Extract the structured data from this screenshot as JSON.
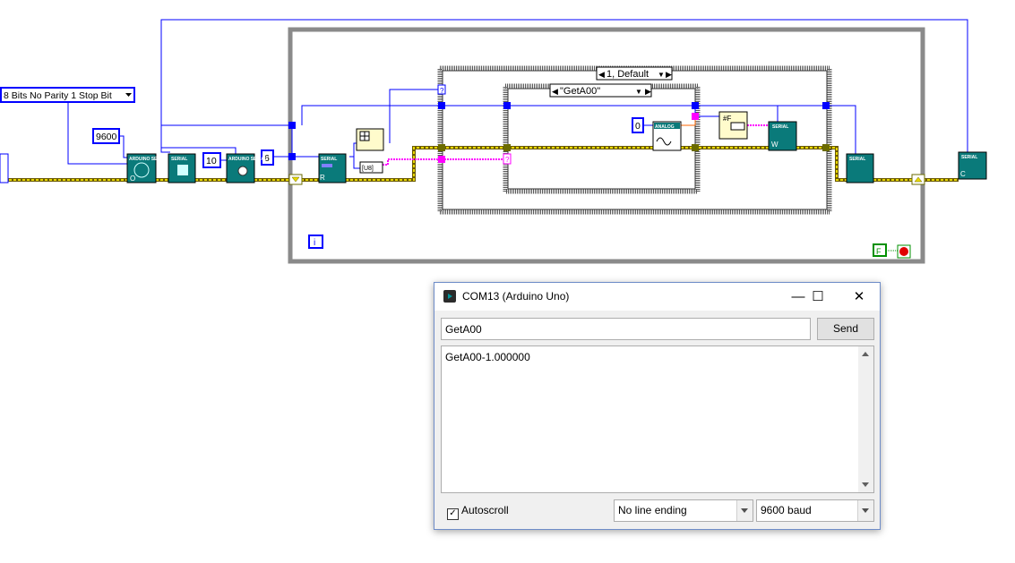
{
  "diagram": {
    "serial_config_dropdown": "8 Bits No Parity 1 Stop Bit",
    "baud_constant": "9600",
    "timeout_constant": "10",
    "read_count_constant": "6",
    "analog_channel_constant": "0",
    "outer_case_selector": "1, Default",
    "inner_case_selector": "\"GetA00\"",
    "loop_iteration_terminal": "i",
    "stop_constant": "F",
    "format_bytes_label": "[U8]",
    "unknown_terminal": "?",
    "node_labels": {
      "init": "ARDUINO SERIAL",
      "serial": "SERIAL",
      "analog": "ANALOG",
      "format": "#F"
    },
    "colors": {
      "wire_blue": "#0000ff",
      "wire_error": "#7a6a00",
      "wire_pink": "#ff00ff",
      "node_teal": "#007f7f",
      "case_border": "#404040",
      "loop_border": "#808080"
    }
  },
  "serial_monitor": {
    "title": "COM13 (Arduino Uno)",
    "input_value": "GetA00",
    "send_label": "Send",
    "output_lines": [
      "GetA00-1.000000"
    ],
    "autoscroll_label": "Autoscroll",
    "autoscroll_checked": true,
    "line_ending": "No line ending",
    "baud_rate": "9600 baud",
    "minimize_glyph": "—",
    "maximize_glyph": "☐",
    "close_glyph": "✕"
  }
}
